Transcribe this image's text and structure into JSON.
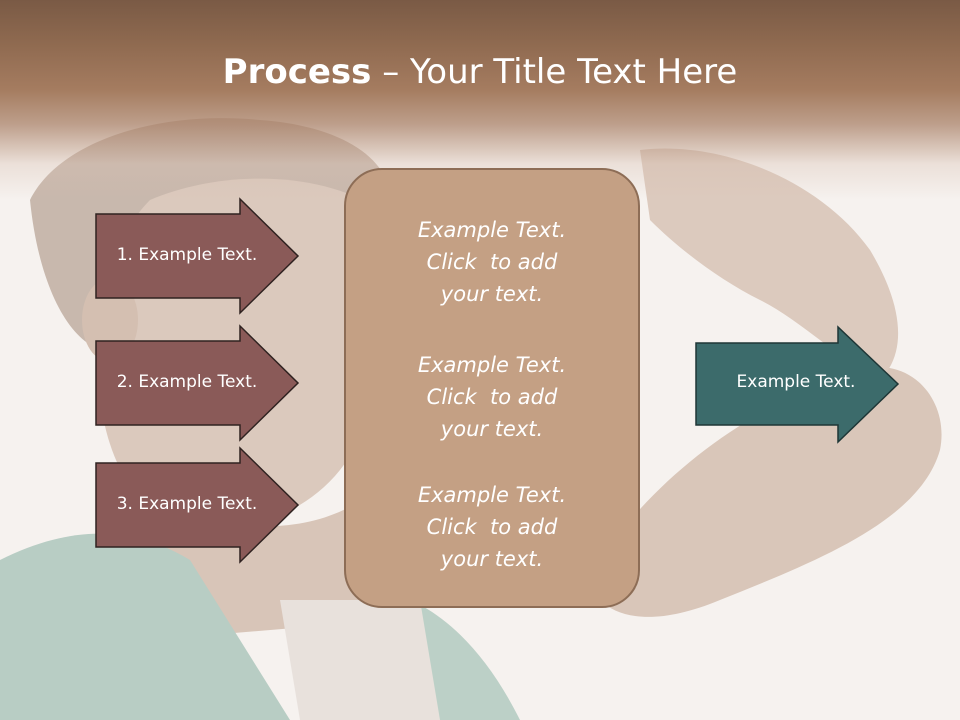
{
  "slide": {
    "title_bold": "Process",
    "title_dash": " – ",
    "title_rest": "Your Title Text Here"
  },
  "steps": [
    {
      "label": "1. Example Text."
    },
    {
      "label": "2. Example Text."
    },
    {
      "label": "3. Example Text."
    }
  ],
  "center": {
    "blocks": [
      {
        "text": "Example Text.\nClick  to add\nyour text."
      },
      {
        "text": "Example Text.\nClick  to add\nyour text."
      },
      {
        "text": "Example Text.\nClick  to add\nyour text."
      }
    ]
  },
  "result": {
    "label": "Example Text."
  },
  "colors": {
    "header": "#8f6a50",
    "step_arrow": "#8a5a58",
    "center_box": "#c4a084",
    "result_arrow": "#3c6b6b"
  }
}
